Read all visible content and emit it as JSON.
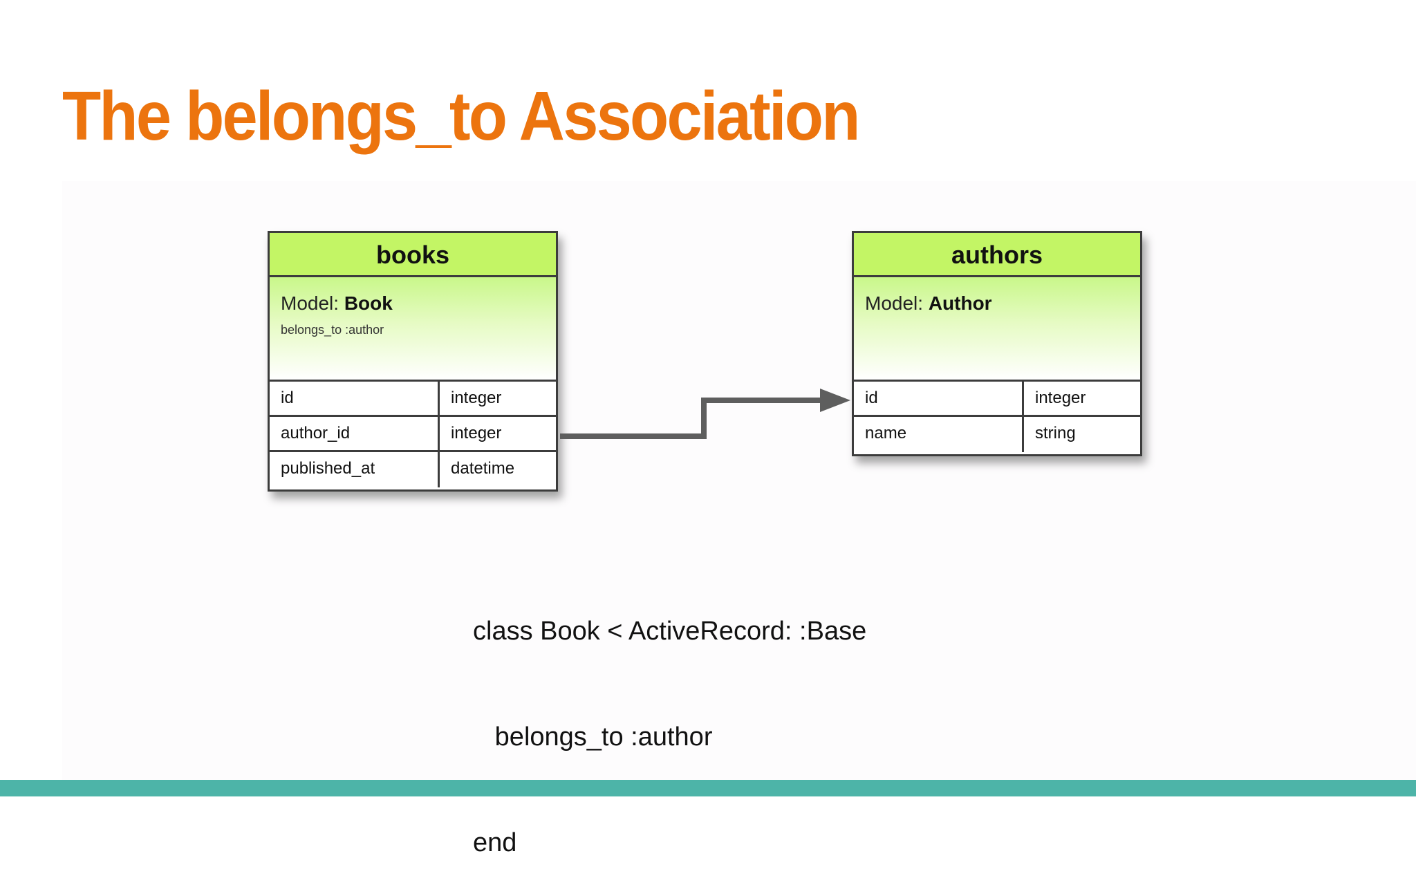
{
  "slide": {
    "title": "The belongs_to Association"
  },
  "books_table": {
    "name": "books",
    "model_label": "Model:",
    "model_name": "Book",
    "note": "belongs_to :author",
    "columns": [
      {
        "name": "id",
        "type": "integer"
      },
      {
        "name": "author_id",
        "type": "integer"
      },
      {
        "name": "published_at",
        "type": "datetime"
      }
    ]
  },
  "authors_table": {
    "name": "authors",
    "model_label": "Model:",
    "model_name": "Author",
    "columns": [
      {
        "name": "id",
        "type": "integer"
      },
      {
        "name": "name",
        "type": "string"
      }
    ]
  },
  "code": {
    "line1": "class Book < ActiveRecord: :Base",
    "line2": "   belongs_to :author",
    "line3": "end"
  },
  "colors": {
    "title": "#ec740e",
    "header_fill": "#c3f565",
    "bottom_bar": "#4db4a8",
    "connector": "#5e5e5e"
  }
}
